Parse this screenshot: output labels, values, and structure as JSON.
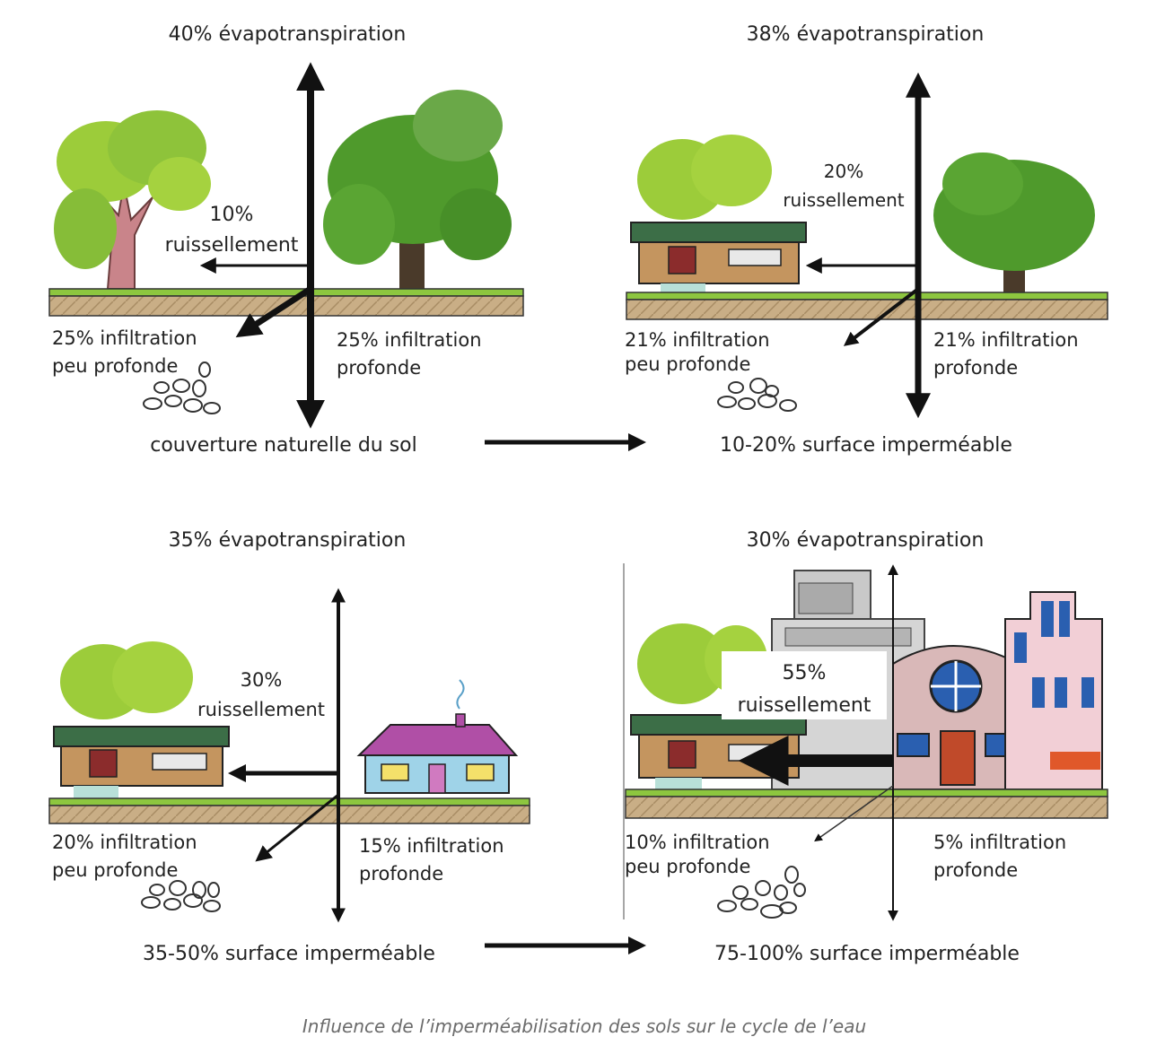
{
  "panels": [
    {
      "evapotranspiration": "40% évapotranspiration",
      "runoff_pct": "10%",
      "runoff_word": "ruissellement",
      "shallow_line1": "25% infiltration",
      "shallow_line2": "peu profonde",
      "deep_line1": "25% infiltration",
      "deep_line2": "profonde",
      "surface": "couverture naturelle du sol"
    },
    {
      "evapotranspiration": "38% évapotranspiration",
      "runoff_pct": "20%",
      "runoff_word": "ruissellement",
      "shallow_line1": "21% infiltration",
      "shallow_line2": "peu profonde",
      "deep_line1": "21% infiltration",
      "deep_line2": "profonde",
      "surface": "10-20% surface imperméable"
    },
    {
      "evapotranspiration": "35% évapotranspiration",
      "runoff_pct": "30%",
      "runoff_word": "ruissellement",
      "shallow_line1": "20% infiltration",
      "shallow_line2": "peu profonde",
      "deep_line1": "15% infiltration",
      "deep_line2": "profonde",
      "surface": "35-50% surface imperméable"
    },
    {
      "evapotranspiration": "30% évapotranspiration",
      "runoff_pct": "55%",
      "runoff_word": "ruissellement",
      "shallow_line1": "10% infiltration",
      "shallow_line2": "peu profonde",
      "deep_line1": "5% infiltration",
      "deep_line2": "profonde",
      "surface": "75-100% surface imperméable"
    }
  ],
  "caption": "Influence de l’imperméabilisation des sols sur le cycle de l’eau",
  "colors": {
    "tree_light": "#9ccc3a",
    "tree_dark": "#4f9a2c",
    "ground_green": "#8dc63f",
    "soil": "#c9ae86",
    "house_wall": "#c4955f",
    "house_roof": "#3c6e47",
    "pink_house_roof": "#b04fa6",
    "pink_house_wall": "#9fd3e8"
  }
}
